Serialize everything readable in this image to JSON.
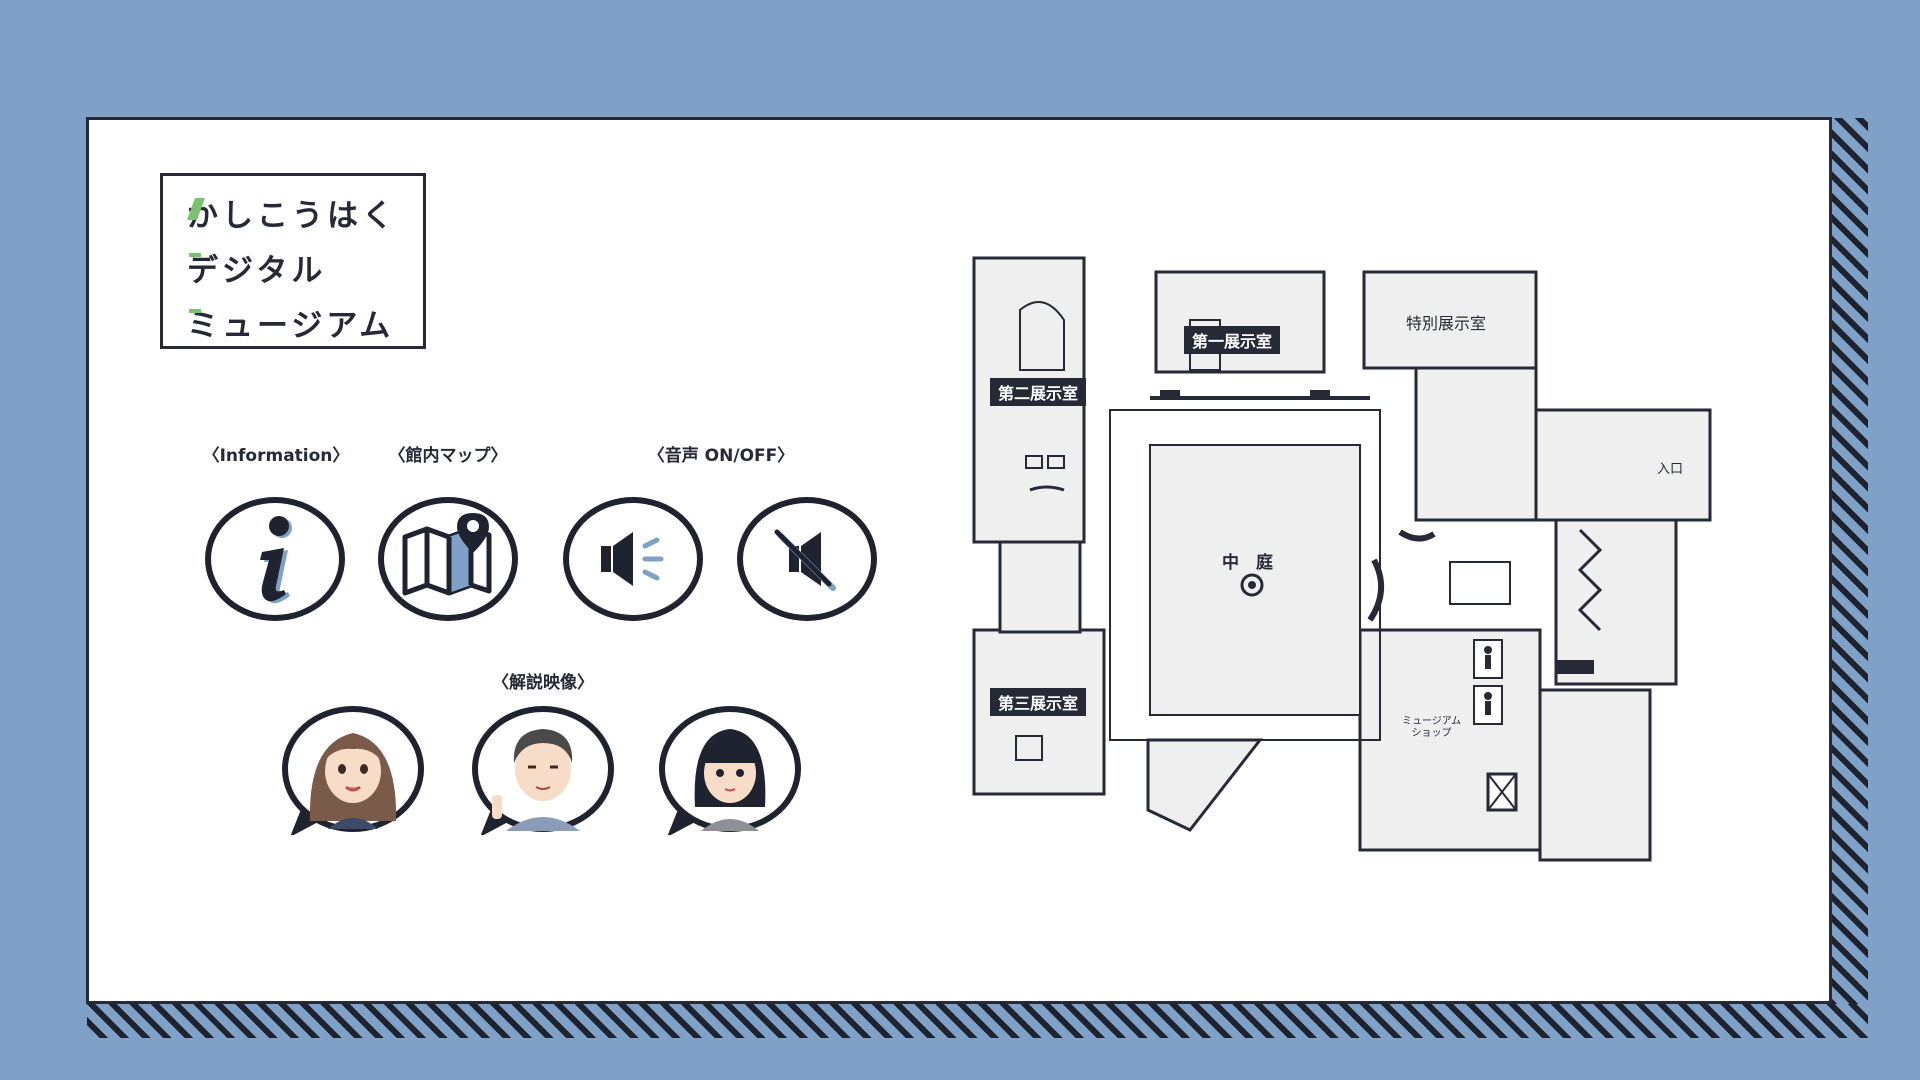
{
  "logo": {
    "line1": "かしこうはく",
    "line2": "デジタル",
    "line3": "ミュージアム"
  },
  "labels": {
    "information": "〈Information〉",
    "map": "〈館内マップ〉",
    "sound": "〈音声 ON/OFF〉",
    "video": "〈解説映像〉"
  },
  "floor_map": {
    "room1": "第一展示室",
    "room2": "第二展示室",
    "room3": "第三展示室",
    "special": "特別展示室",
    "courtyard": "中　庭",
    "entrance": "入口",
    "shop_line1": "ミュージアム",
    "shop_line2": "ショップ"
  },
  "icons": {
    "info": "info-icon",
    "map": "map-pin-icon",
    "sound_on": "speaker-on-icon",
    "sound_off": "speaker-off-icon",
    "guides": [
      "guide-woman-avatar",
      "guide-man-avatar",
      "guide-girl-avatar"
    ]
  },
  "colors": {
    "background": "#7fa1c8",
    "accent_green": "#7cc26e",
    "accent_blue": "#7fa1c8",
    "ink": "#262a36"
  }
}
